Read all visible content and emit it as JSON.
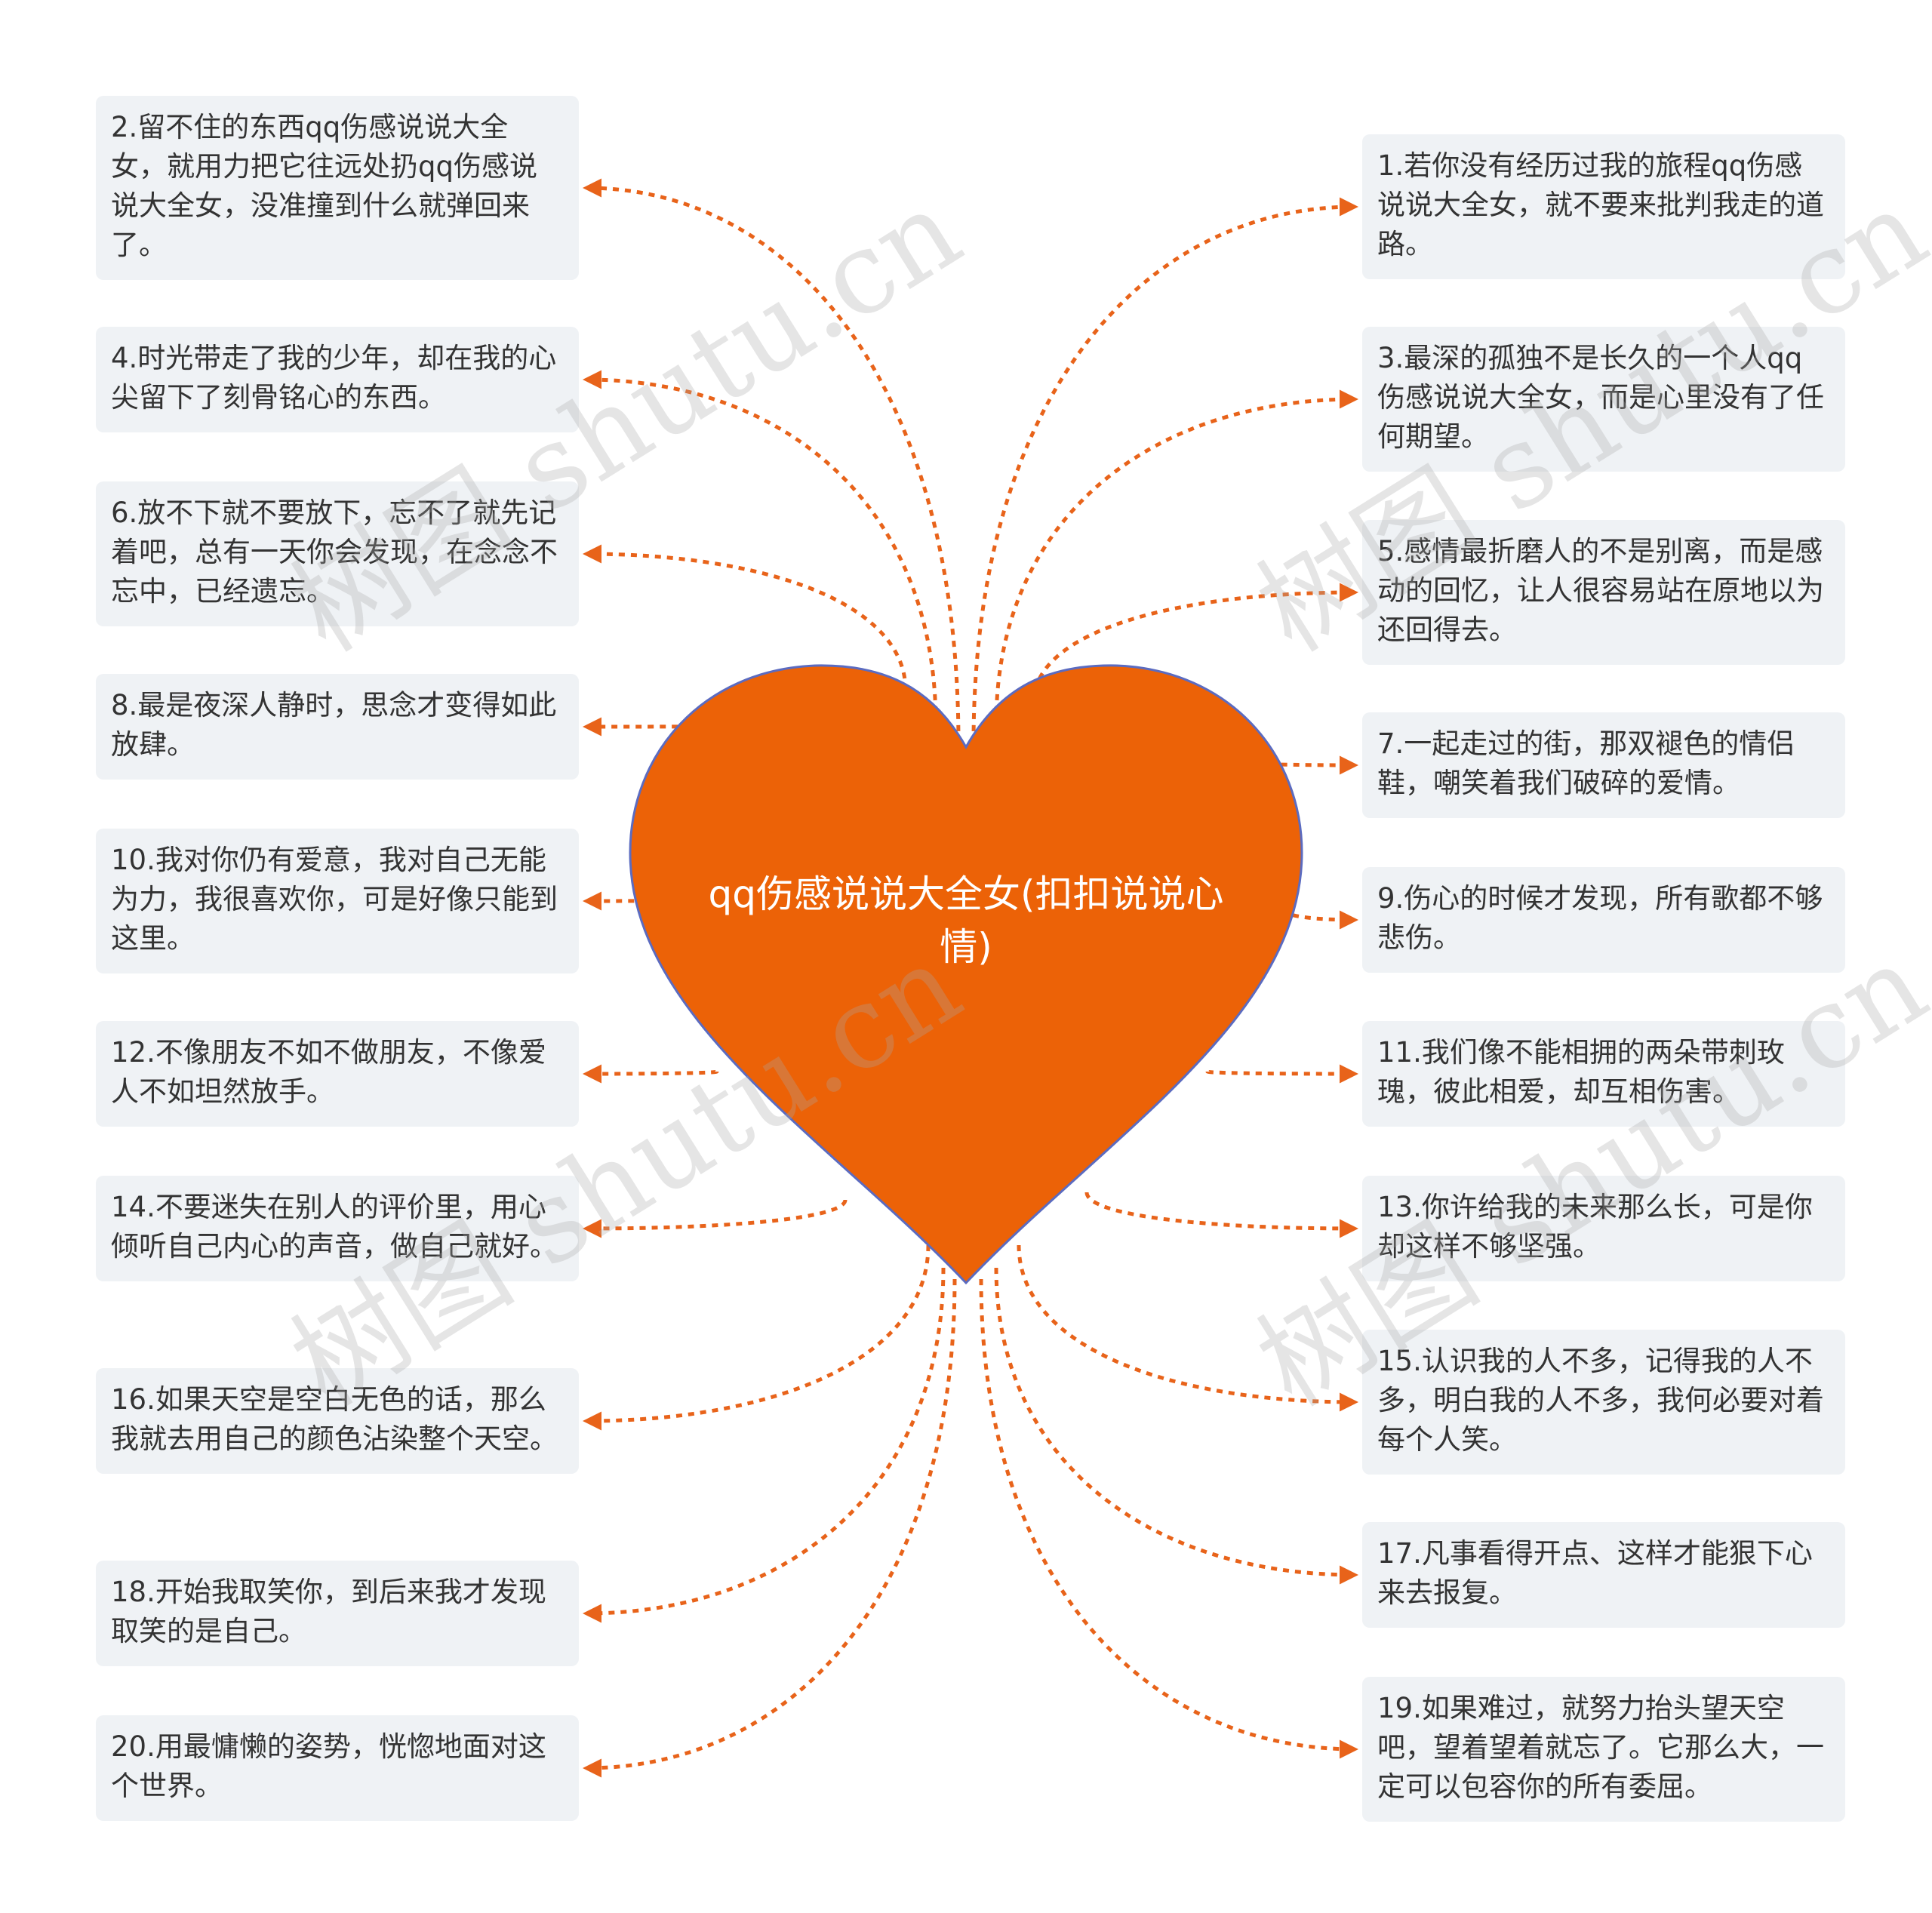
{
  "colors": {
    "heart_fill": "#ec6207",
    "heart_stroke": "#5b6bc0",
    "connector": "#e8631a",
    "node_bg": "#eff2f5",
    "node_text": "#333333"
  },
  "center": {
    "title": "qq伤感说说大全女(扣扣说说心情)"
  },
  "watermark": {
    "text": "树图 shutu.cn"
  },
  "left_nodes": [
    {
      "id": "2",
      "text": "2.留不住的东西qq伤感说说大全女，就用力把它往远处扔qq伤感说说大全女，没准撞到什么就弹回来了。"
    },
    {
      "id": "4",
      "text": "4.时光带走了我的少年，却在我的心尖留下了刻骨铭心的东西。"
    },
    {
      "id": "6",
      "text": "6.放不下就不要放下，忘不了就先记着吧，总有一天你会发现，在念念不忘中，已经遗忘。"
    },
    {
      "id": "8",
      "text": "8.最是夜深人静时，思念才变得如此放肆。"
    },
    {
      "id": "10",
      "text": "10.我对你仍有爱意，我对自己无能为力，我很喜欢你，可是好像只能到这里。"
    },
    {
      "id": "12",
      "text": "12.不像朋友不如不做朋友，不像爱人不如坦然放手。"
    },
    {
      "id": "14",
      "text": "14.不要迷失在别人的评价里，用心倾听自己内心的声音，做自己就好。"
    },
    {
      "id": "16",
      "text": "16.如果天空是空白无色的话，那么我就去用自己的颜色沾染整个天空。"
    },
    {
      "id": "18",
      "text": "18.开始我取笑你，到后来我才发现取笑的是自己。"
    },
    {
      "id": "20",
      "text": "20.用最慵懒的姿势，恍惚地面对这个世界。"
    }
  ],
  "right_nodes": [
    {
      "id": "1",
      "text": "1.若你没有经历过我的旅程qq伤感说说大全女，就不要来批判我走的道路。"
    },
    {
      "id": "3",
      "text": "3.最深的孤独不是长久的一个人qq伤感说说大全女，而是心里没有了任何期望。"
    },
    {
      "id": "5",
      "text": "5.感情最折磨人的不是别离，而是感动的回忆，让人很容易站在原地以为还回得去。"
    },
    {
      "id": "7",
      "text": "7.一起走过的街，那双褪色的情侣鞋，嘲笑着我们破碎的爱情。"
    },
    {
      "id": "9",
      "text": "9.伤心的时候才发现，所有歌都不够悲伤。"
    },
    {
      "id": "11",
      "text": "11.我们像不能相拥的两朵带刺玫瑰，彼此相爱，却互相伤害。"
    },
    {
      "id": "13",
      "text": "13.你许给我的未来那么长，可是你却这样不够坚强。"
    },
    {
      "id": "15",
      "text": "15.认识我的人不多，记得我的人不多，明白我的人不多，我何必要对着每个人笑。"
    },
    {
      "id": "17",
      "text": "17.凡事看得开点、这样才能狠下心来去报复。"
    },
    {
      "id": "19",
      "text": "19.如果难过，就努力抬头望天空吧，望着望着就忘了。它那么大，一定可以包容你的所有委屈。"
    }
  ]
}
